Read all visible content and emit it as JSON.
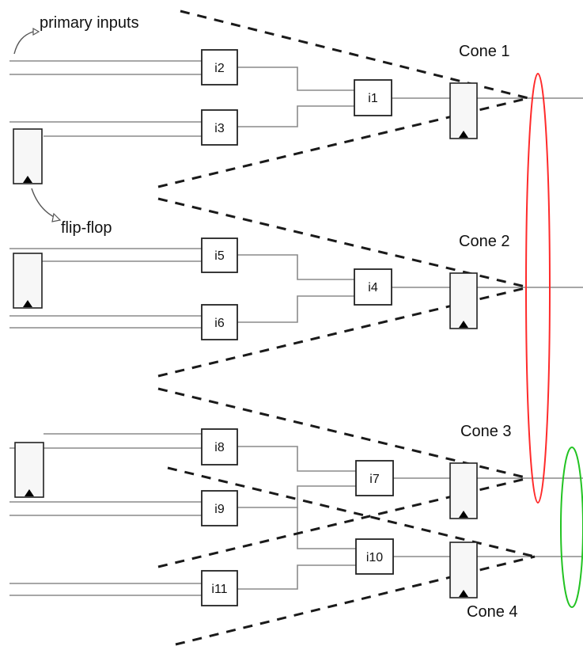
{
  "labels": {
    "primary_inputs": "primary inputs",
    "flip_flop": "flip-flop",
    "cone1": "Cone 1",
    "cone2": "Cone 2",
    "cone3": "Cone 3",
    "cone4": "Cone 4"
  },
  "gates": {
    "i1": "i1",
    "i2": "i2",
    "i3": "i3",
    "i4": "i4",
    "i5": "i5",
    "i6": "i6",
    "i7": "i7",
    "i8": "i8",
    "i9": "i9",
    "i10": "i10",
    "i11": "i11"
  },
  "colors": {
    "ellipse_red": "#ff2a2a",
    "ellipse_green": "#22c322"
  }
}
